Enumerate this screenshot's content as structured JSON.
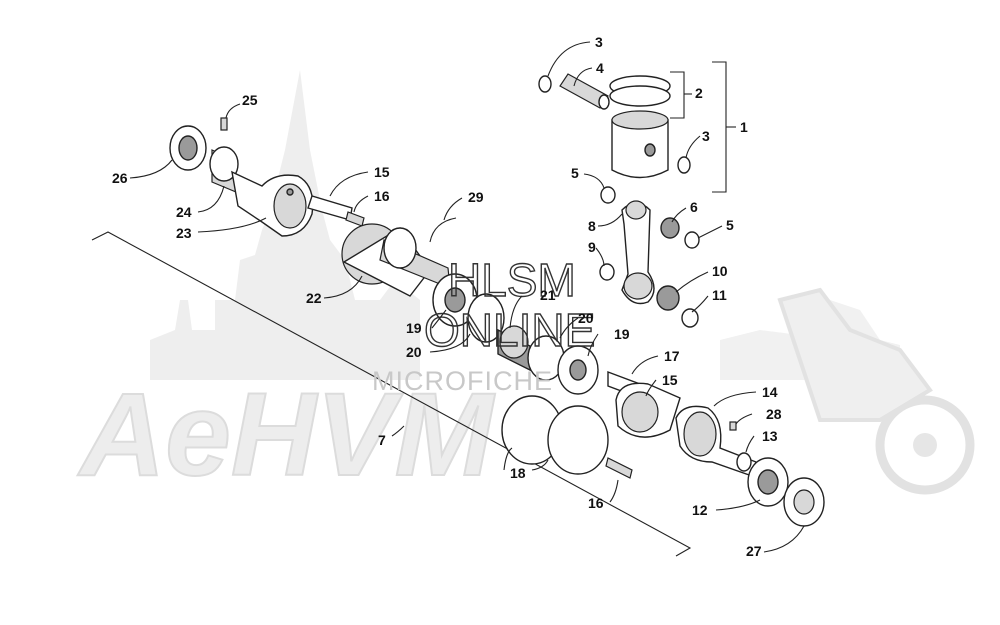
{
  "watermark": {
    "brand": "AeHVM",
    "line1": "HLSM",
    "line2": "ONLINE",
    "line3": "MICROFICHE"
  },
  "callouts": {
    "c1": "1",
    "c2": "2",
    "c3a": "3",
    "c3b": "3",
    "c4": "4",
    "c5a": "5",
    "c5b": "5",
    "c6": "6",
    "c7": "7",
    "c8": "8",
    "c9": "9",
    "c10": "10",
    "c11": "11",
    "c12": "12",
    "c13": "13",
    "c14": "14",
    "c15a": "15",
    "c15b": "15",
    "c16a": "16",
    "c16b": "16",
    "c17": "17",
    "c18": "18",
    "c19a": "19",
    "c19b": "19",
    "c20a": "20",
    "c20b": "20",
    "c21": "21",
    "c22": "22",
    "c23": "23",
    "c24": "24",
    "c25": "25",
    "c26": "26",
    "c27": "27",
    "c28": "28",
    "c29": "29"
  }
}
